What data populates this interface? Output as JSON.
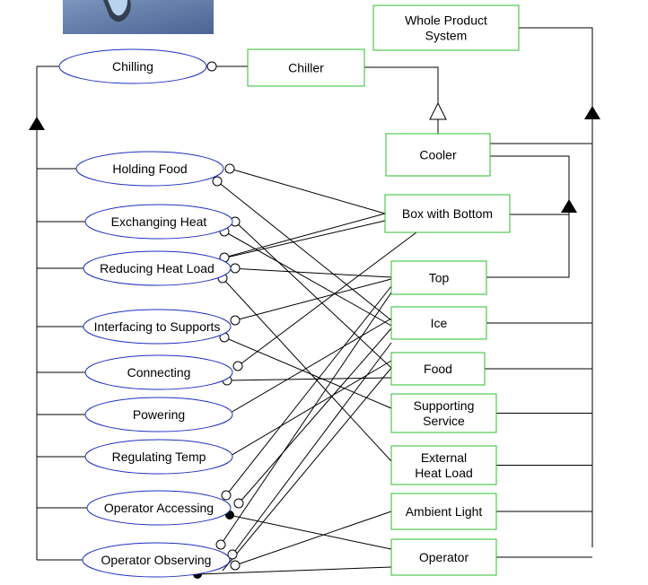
{
  "functions": [
    {
      "id": "chilling",
      "label": "Chilling"
    },
    {
      "id": "holding-food",
      "label": "Holding Food"
    },
    {
      "id": "exchanging-heat",
      "label": "Exchanging Heat"
    },
    {
      "id": "reducing-heat-load",
      "label": "Reducing Heat Load"
    },
    {
      "id": "interfacing-to-supports",
      "label": "Interfacing to Supports"
    },
    {
      "id": "connecting",
      "label": "Connecting"
    },
    {
      "id": "powering",
      "label": "Powering"
    },
    {
      "id": "regulating-temp",
      "label": "Regulating Temp"
    },
    {
      "id": "operator-accessing",
      "label": "Operator Accessing"
    },
    {
      "id": "operator-observing",
      "label": "Operator Observing"
    }
  ],
  "components": [
    {
      "id": "whole-product-system",
      "label": [
        "Whole Product",
        "System"
      ]
    },
    {
      "id": "chiller",
      "label": [
        "Chiller"
      ]
    },
    {
      "id": "cooler",
      "label": [
        "Cooler"
      ]
    },
    {
      "id": "box-with-bottom",
      "label": [
        "Box with Bottom"
      ]
    },
    {
      "id": "top",
      "label": [
        "Top"
      ]
    },
    {
      "id": "ice",
      "label": [
        "Ice"
      ]
    },
    {
      "id": "food",
      "label": [
        "Food"
      ]
    },
    {
      "id": "supporting-service",
      "label": [
        "Supporting",
        "Service"
      ]
    },
    {
      "id": "external-heat-load",
      "label": [
        "External",
        "Heat Load"
      ]
    },
    {
      "id": "ambient-light",
      "label": [
        "Ambient Light"
      ]
    },
    {
      "id": "operator",
      "label": [
        "Operator"
      ]
    }
  ],
  "colors": {
    "ellipse_stroke": "#1f2fbf",
    "box_stroke": "#2ebd2e",
    "line": "#000000",
    "photo": "#5d7aa8"
  }
}
